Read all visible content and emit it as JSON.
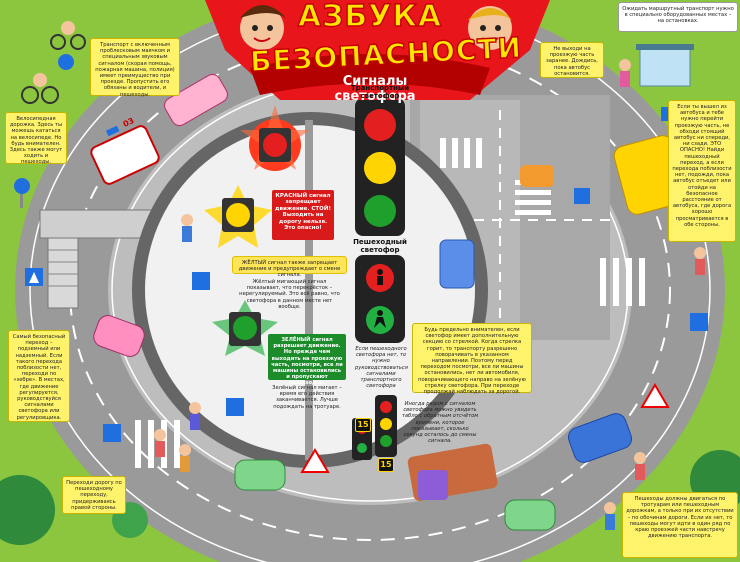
{
  "header": {
    "title_line1": "АЗБУКА",
    "title_line2": "БЕЗОПАСНОСТИ",
    "subtitle": "Сигналы светофора"
  },
  "center": {
    "transport_label": "Транспортный светофор",
    "pedestrian_label": "Пешеходный светофор",
    "red_text": "КРАСНЫЙ сигнал запрещает движение. СТОЙ! Выходить на дорогу нельзя. Это опасно!",
    "yellow_text_1": "ЖЁЛТЫЙ сигнал также запрещает движение и предупреждает о смене сигнала.",
    "yellow_text_2": "Жёлтый мигающий сигнал показывает, что перекрёсток – нерегулируемый. Это всё равно, что светофора в данном месте нет вообще.",
    "green_text_1": "ЗЕЛЁНЫЙ сигнал разрешает движение. Но прежде чем выходить на проезжую часть, посмотри, все ли машины остановились и пропускают пешеходов.",
    "green_text_2": "Зелёный сигнал мигает – время его действия заканчивается. Лучше подождать на тротуаре.",
    "pedestrian_note": "Если пешеходного светофора нет, то нужно руководствоваться сигналами транспортного светофора",
    "timer_note": "Иногда рядом с сигналом светофора можно увидеть табло с обратным отсчётом времени, которое показывает, сколько секунд осталось до смены сигнала.",
    "arrow_note": "Будь предельно внимателен, если светофор имеет дополнительную секцию со стрелкой. Когда стрелка горит, то транспорту разрешено поворачивать в указанном направлении. Поэтому перед переходом посмотри, все ли машины остановились, нет ли автомобиля, поворачивающего направо на зелёную стрелку светофора. При переходе продолжай наблюдать за дорогой.",
    "timer_value_1": "15",
    "timer_value_2": "15"
  },
  "notes": {
    "special_vehicles": "Транспорт с включенным проблесковым маячком и специальным звуковым сигналом (скорая помощь, пожарная машина, полиция) имеет преимущество при проезде. Пропустить его обязаны и водители, и пешеходы.",
    "bike_path": "Велосипедная дорожка. Здесь ты можешь кататься на велосипеде. Но будь внимателен. Здесь также могут ходить и пешеходы.",
    "underground": "Самый безопасный переход – подземный или надземный. Если такого перехода поблизости нет, переходи по «зебре». В местах, где движение регулируется, руководствуйся сигналами светофора или регулировщика.",
    "cross_straight": "Переходи дорогу по пешеходному переходу, придерживаясь правой стороны.",
    "bus_stop": "Ожидать маршрутный транспорт нужно в специально оборудованных местах – на остановках.",
    "dont_go": "Не выходи на проезжую часть заранее. Дождись, пока автобус остановится.",
    "left_bus": "Если ты вышел из автобуса и тебе нужно перейти проезжую часть, не обходи стоящий автобус ни спереди, ни сзади. ЭТО ОПАСНО! Найди пешеходный переход, а если перехода поблизости нет, подожди, пока автобус отъедет или отойди на безопасное расстояние от автобуса, где дорога хорошо просматривается в обе стороны.",
    "pedestrians": "Пешеходы должны двигаться по тротуарам или пешеходным дорожкам, а только при их отсутствии – по обочинам дороги. Если их нет, то пешеходы могут идти в один ряд по краю проезжей части навстречу движению транспорта."
  },
  "ambulance_number": "03",
  "colors": {
    "red": "#d91a1a",
    "yellow": "#ffd400",
    "green": "#1c8c2a",
    "road": "#8c8c8c",
    "grass": "#7fbf3f"
  }
}
